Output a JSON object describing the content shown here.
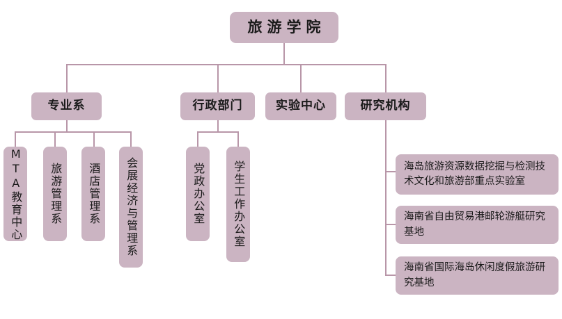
{
  "chart_data": {
    "type": "diagram",
    "title": "旅游学院 组织机构图",
    "orientation": "top-down-tree",
    "node_fill_color": "#cbb4c2",
    "connector_color": "#b896a8",
    "text_color": "#1a1a1a",
    "background_color": "#ffffff"
  },
  "root": {
    "label": "旅游学院"
  },
  "branches": [
    {
      "id": "majors",
      "label": "专业系",
      "children": [
        {
          "label": "MTA教育中心"
        },
        {
          "label": "旅游管理系"
        },
        {
          "label": "酒店管理系"
        },
        {
          "label": "会展经济与管理系"
        }
      ]
    },
    {
      "id": "admin",
      "label": "行政部门",
      "children": [
        {
          "label": "党政办公室"
        },
        {
          "label": "学生工作办公室"
        }
      ]
    },
    {
      "id": "lab-center",
      "label": "实验中心",
      "children": []
    },
    {
      "id": "research",
      "label": "研究机构",
      "children": [
        {
          "label": "海岛旅游资源数据挖掘与检测技术文化和旅游部重点实验室"
        },
        {
          "label": "海南省自由贸易港邮轮游艇研究基地"
        },
        {
          "label": "海南省国际海岛休闲度假旅游研究基地"
        }
      ]
    }
  ]
}
